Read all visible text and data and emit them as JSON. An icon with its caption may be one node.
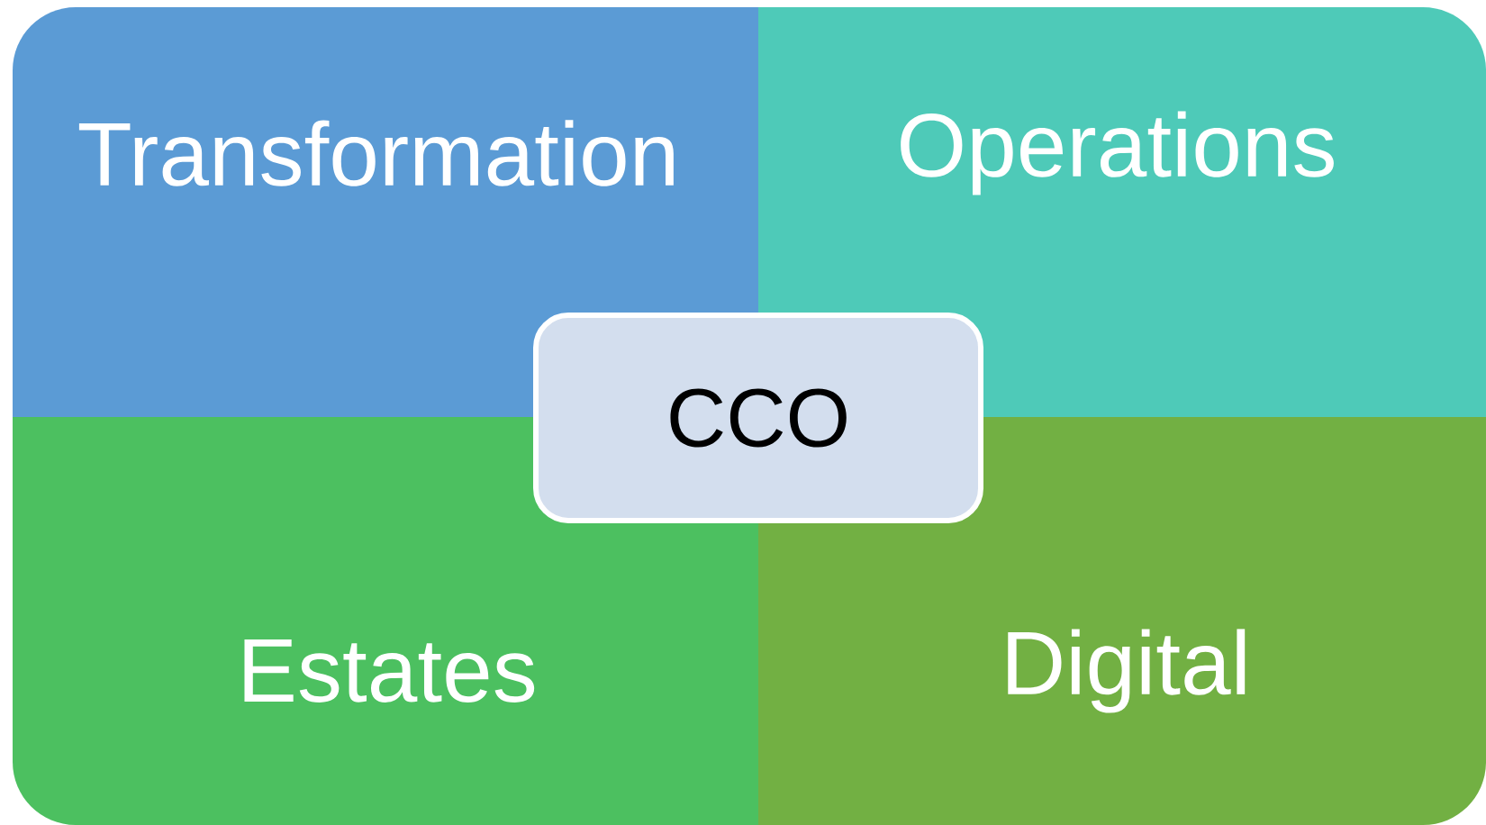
{
  "diagram": {
    "nodes": [
      {
        "text": [
          "Transformation"
        ]
      },
      {
        "text": [
          "Operations"
        ]
      },
      {
        "text": [
          "CCO"
        ]
      },
      {
        "text": [
          "Estates"
        ]
      },
      {
        "text": [
          "Digital"
        ]
      }
    ]
  }
}
